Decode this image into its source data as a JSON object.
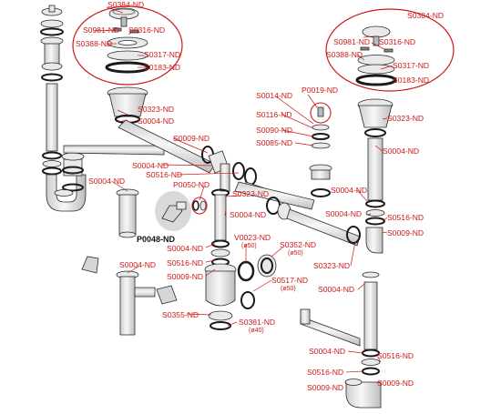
{
  "colors": {
    "label": "#d01818",
    "highlight_label": "#111111",
    "leader": "#d01818",
    "circle": "#d01818",
    "part_fill": "#e9e9e9",
    "part_stroke": "#2a2a2a",
    "gasket": "#1a1a1a"
  },
  "labels": {
    "l_s0384_left": "S0384-ND",
    "l_s0981_left": "S0981-ND",
    "l_s0316_left": "S0316-ND",
    "l_s0388_left": "S0388-ND",
    "l_s0317_left": "S0317-ND",
    "l_s0183_left": "S0183-ND",
    "l_s0323_mid": "S0323-ND",
    "l_s0004_mid1": "S0004-ND",
    "l_s0009_mid": "S0009-ND",
    "l_s0004_mid2": "S0004-ND",
    "l_s0516_mid": "S0516-ND",
    "l_p0050": "P0050-ND",
    "l_s0004_leftpipe": "S0004-ND",
    "l_p0048": "P0048-ND",
    "l_s0323_center": "S0323-ND",
    "l_s0004_center": "S0004-ND",
    "l_s0004_trap_top": "S0004-ND",
    "l_s0516_trap": "S0516-ND",
    "l_s0009_trap": "S0009-ND",
    "l_v0023": "V0023-ND",
    "l_v0023_dia": "(ø50)",
    "l_s0352": "S0352-ND",
    "l_s0352_dia": "(ø50)",
    "l_s0517": "S0517-ND",
    "l_s0517_dia": "(ø50)",
    "l_s0004_lower_left": "S0004-ND",
    "l_s0355": "S0355-ND",
    "l_s0381": "S0381-ND",
    "l_s0381_dia": "(ø40)",
    "l_s0014": "S0014-ND",
    "l_p0019": "P0019-ND",
    "l_s0116": "S0116-ND",
    "l_s0090": "S0090-ND",
    "l_s0085": "S0085-ND",
    "l_s0384_right": "S0384-ND",
    "l_s0981_right": "S0981-ND",
    "l_s0316_right": "S0316-ND",
    "l_s0388_right": "S0388-ND",
    "l_s0317_right": "S0317-ND",
    "l_s0183_right": "S0183-ND",
    "l_s0323_right": "S0323-ND",
    "l_s0004_right1": "S0004-ND",
    "l_s0004_right2": "S0004-ND",
    "l_s0004_right3": "S0004-ND",
    "l_s0516_right1": "S0516-ND",
    "l_s0009_right1": "S0009-ND",
    "l_s0323_lowright": "S0323-ND",
    "l_s0004_lowright": "S0004-ND",
    "l_s0004_bottom": "S0004-ND",
    "l_s0516_bottom_r": "S0516-ND",
    "l_s0516_bottom_l": "S0516-ND",
    "l_s0009_bottom_l": "S0009-ND",
    "l_s0009_bottom_r": "S0009-ND"
  }
}
